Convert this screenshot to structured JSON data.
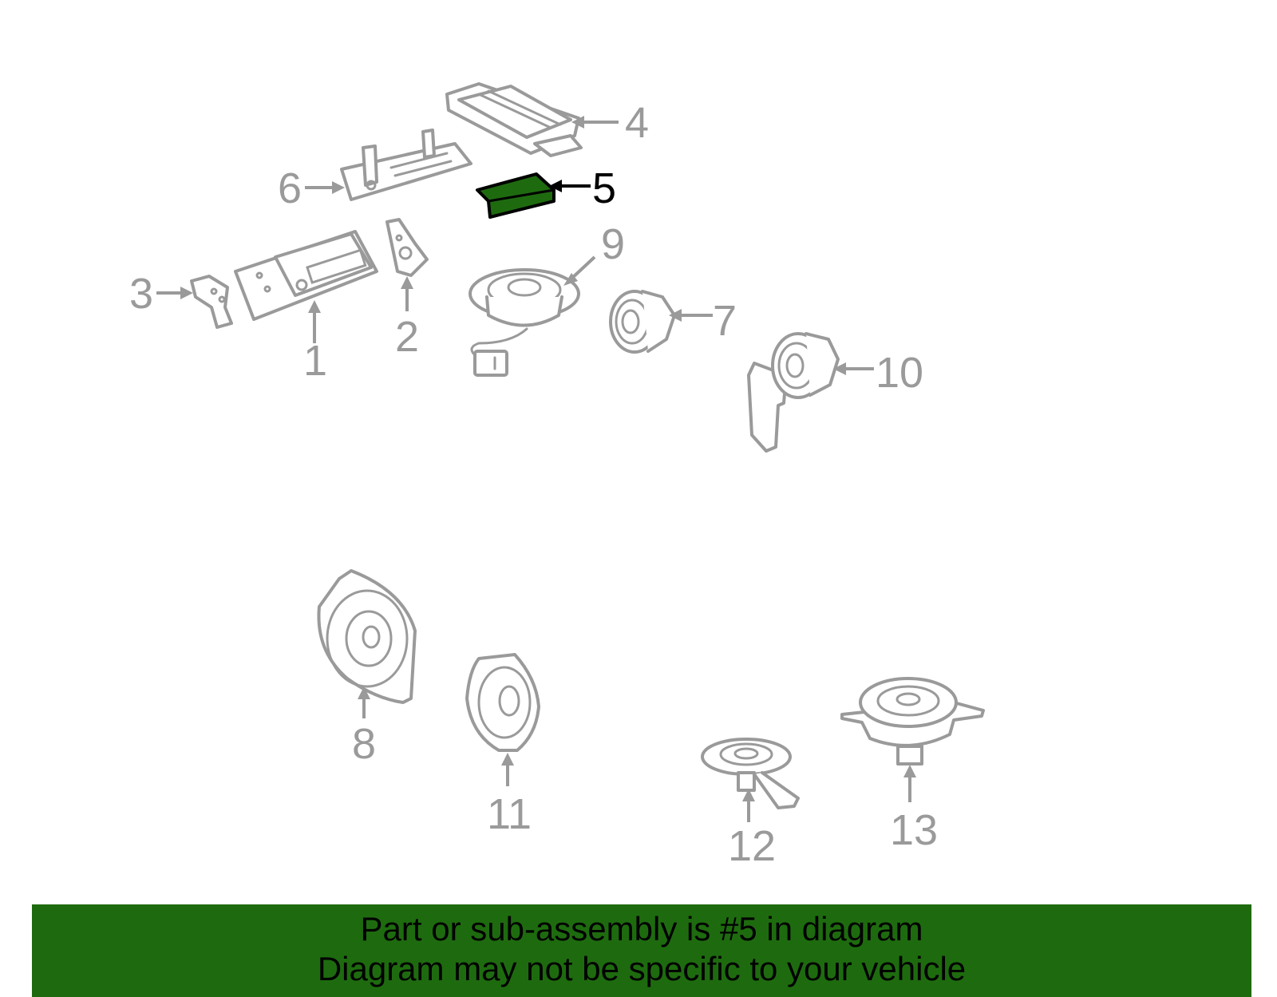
{
  "labels": {
    "p1": "1",
    "p2": "2",
    "p3": "3",
    "p4": "4",
    "p5": "5",
    "p6": "6",
    "p7": "7",
    "p8": "8",
    "p9": "9",
    "p10": "10",
    "p11": "11",
    "p12": "12",
    "p13": "13"
  },
  "highlight_part": "5",
  "colors": {
    "highlight_fill": "#1e6b0f",
    "banner_bg": "#1e6b0f",
    "part_stroke": "#9a9a9a",
    "label_gray": "#9a9a9a"
  },
  "banner": {
    "line1": "Part or sub-assembly is #5 in diagram",
    "line2": "Diagram may not be specific to your vehicle"
  }
}
